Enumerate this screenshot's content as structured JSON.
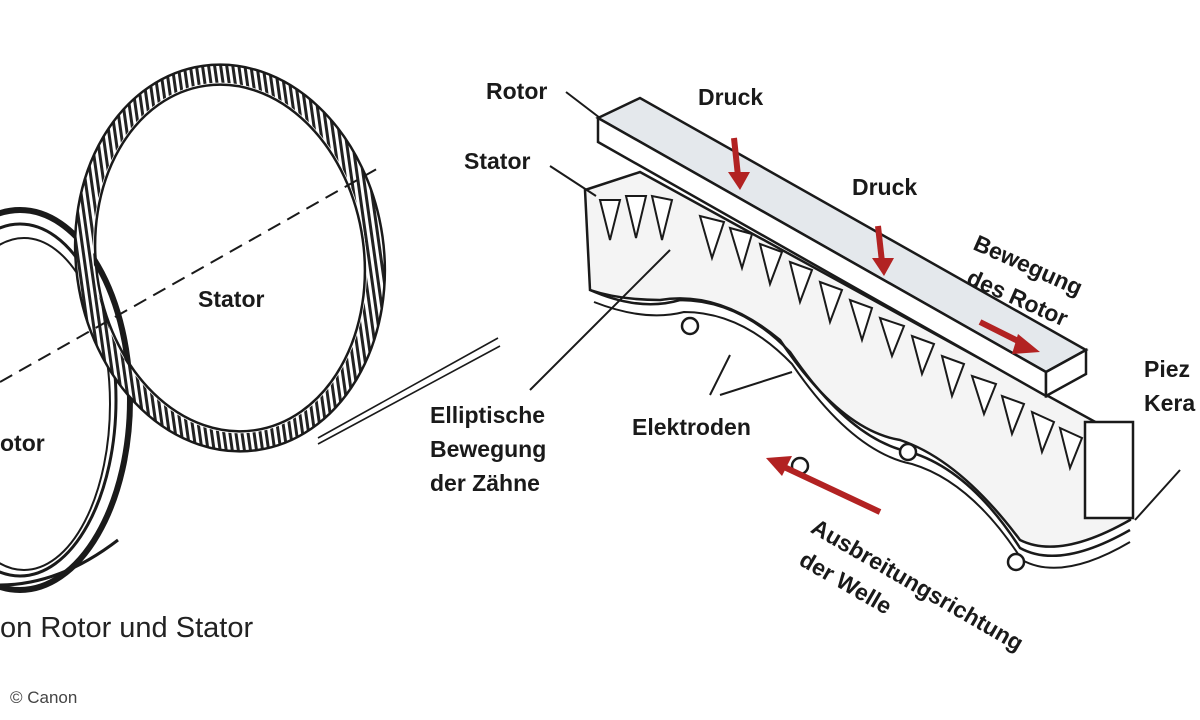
{
  "left": {
    "stator_label": "Stator",
    "rotor_label": "otor",
    "caption": "on Rotor und Stator",
    "credit": "© Canon"
  },
  "right": {
    "rotor_label": "Rotor",
    "stator_label": "Stator",
    "druck_1": "Druck",
    "druck_2": "Druck",
    "bewegung_rotor": [
      "Bewegung",
      "des Rotor"
    ],
    "elliptische": [
      "Elliptische",
      "Bewegung",
      "der Zähne"
    ],
    "elektroden": "Elektroden",
    "piezo": [
      "Piez",
      "Kera"
    ],
    "ausbreitung": [
      "Ausbreitungsrichtung",
      "der Welle"
    ]
  },
  "colors": {
    "arrow": "#b22222",
    "line": "#1a1a1a",
    "rotor_fill": "#e4e8ec",
    "body_fill": "#f4f4f4"
  }
}
